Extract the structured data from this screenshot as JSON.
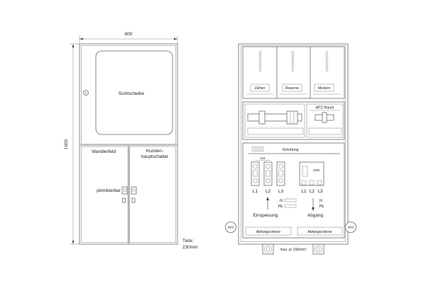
{
  "front_view": {
    "width_dimension": "800",
    "height_dimension": "1600",
    "window_label": "Sichtscheibe",
    "transformer_field_label": "Wandlerfeld",
    "main_switch_label_line1": "Kunden-",
    "main_switch_label_line2": "hauptschalter",
    "sealable_label": "plombierbar",
    "depth_label_line1": "Tiefe:",
    "depth_label_line2": "230mm"
  },
  "interior_view": {
    "meter_slots": [
      "Zähler",
      "Reserve",
      "Modem"
    ],
    "apz_label": "APZ-Raum",
    "partition_label": "Schottung",
    "fuse_spacing": "115",
    "feed_phases": [
      "L1",
      "L2",
      "L3"
    ],
    "outgoing_phases": [
      "L1",
      "L2",
      "L3"
    ],
    "breaker_rating": "400A",
    "neutral_label": "N",
    "earth_label": "PE",
    "feed_label": "Einspeisung",
    "outgoing_label": "Abgang",
    "strain_relief_left": "Abfangschiene",
    "strain_relief_right": "Abfangschiene",
    "gland_left": "M63",
    "gland_right": "M63",
    "cable_note": "max. je 150mm²"
  }
}
